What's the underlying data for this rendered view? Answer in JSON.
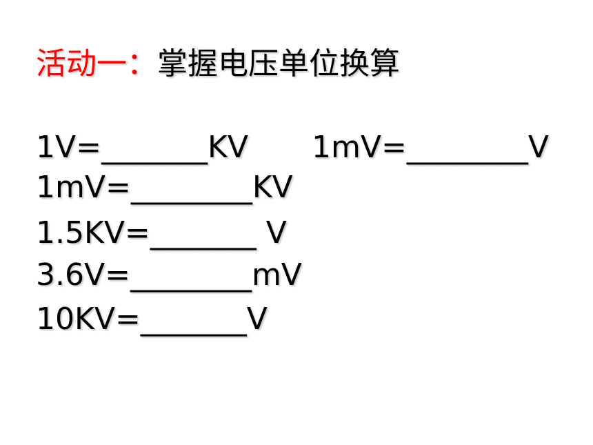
{
  "title": {
    "accent": "活动一：",
    "rest": "掌握电压单位换算"
  },
  "exercises": [
    "1V=_______KV",
    "1mV=________KV",
    "1.5KV=_______ V",
    "3.6V=________mV",
    "10KV=_______V"
  ],
  "exercise_right": "1mV=________V",
  "colors": {
    "accent": "#ff0000",
    "text": "#000000",
    "background": "#ffffff"
  }
}
